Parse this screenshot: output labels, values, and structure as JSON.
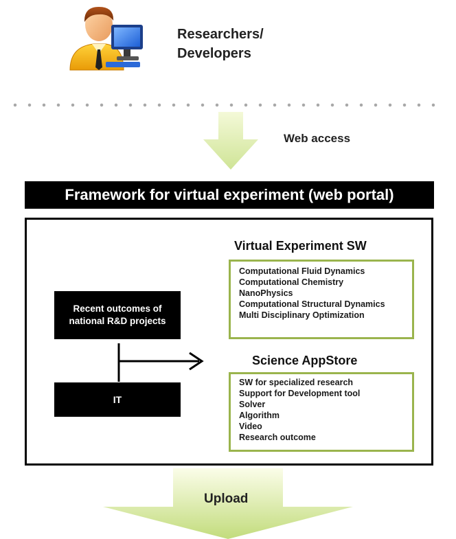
{
  "actor": {
    "label_line1": "Researchers/",
    "label_line2": "Developers",
    "icon": "researcher-with-computer-icon"
  },
  "web_access": {
    "label": "Web access"
  },
  "framework": {
    "title": "Framework for virtual experiment (web portal)"
  },
  "virtual_experiment": {
    "title": "Virtual Experiment SW",
    "items": [
      "Computational Fluid Dynamics",
      "Computational Chemistry",
      "NanoPhysics",
      "Computational Structural Dynamics",
      "Multi Disciplinary Optimization"
    ]
  },
  "science_appstore": {
    "title": "Science AppStore",
    "items": [
      "SW for specialized research",
      "Support for Development tool",
      "Solver",
      "Algorithm",
      "Video",
      "Research outcome"
    ]
  },
  "sources": {
    "recent_outcomes": "Recent outcomes of national R&D projects",
    "it": "IT"
  },
  "upload": {
    "label": "Upload"
  },
  "colors": {
    "list_border": "#9ab44d",
    "arrow_green_light": "#eef7c4",
    "arrow_green_dark": "#b9d86a",
    "bar_background": "#000000"
  }
}
